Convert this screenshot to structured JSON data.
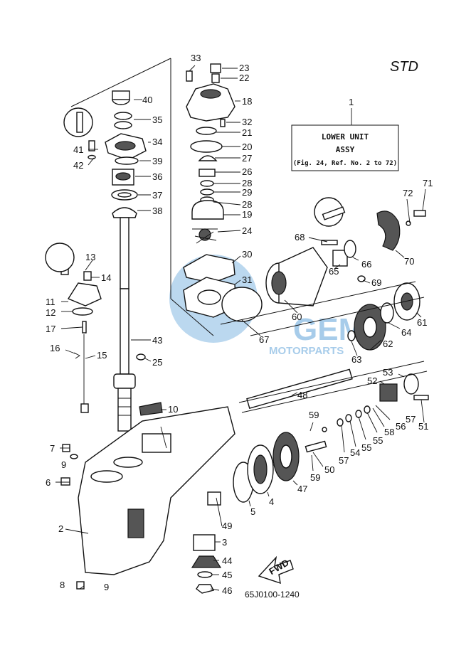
{
  "header": {
    "variant": "STD"
  },
  "title_box": {
    "number": "1",
    "line1": "LOWER UNIT",
    "line2": "ASSY",
    "line3": "(Fig. 24, Ref. No. 2 to 72)"
  },
  "footer": {
    "diagram_code": "65J0100-1240"
  },
  "fwd_arrow": {
    "label": "FWD"
  },
  "watermark": {
    "line1": "GEM",
    "line2": "MOTORPARTS"
  },
  "colors": {
    "ink": "#111111",
    "watermark": "#3d8fd1"
  },
  "callouts": {
    "c2": "2",
    "c3": "3",
    "c4": "4",
    "c5": "5",
    "c6": "6",
    "c7": "7",
    "c8": "8",
    "c9a": "9",
    "c9b": "9",
    "c10": "10",
    "c11": "11",
    "c12": "12",
    "c13": "13",
    "c14": "14",
    "c15": "15",
    "c16": "16",
    "c17": "17",
    "c18": "18",
    "c19": "19",
    "c20": "20",
    "c21": "21",
    "c22": "22",
    "c23": "23",
    "c24": "24",
    "c25": "25",
    "c26": "26",
    "c27": "27",
    "c28a": "28",
    "c28b": "28",
    "c29": "29",
    "c30": "30",
    "c31": "31",
    "c32": "32",
    "c33": "33",
    "c34": "34",
    "c35": "35",
    "c36": "36",
    "c37": "37",
    "c38": "38",
    "c39": "39",
    "c40": "40",
    "c41": "41",
    "c42": "42",
    "c43": "43",
    "c44": "44",
    "c45": "45",
    "c46": "46",
    "c47": "47",
    "c48": "48",
    "c49": "49",
    "c50": "50",
    "c51": "51",
    "c52": "52",
    "c53": "53",
    "c54": "54",
    "c55a": "55",
    "c55b": "55",
    "c56": "56",
    "c57a": "57",
    "c57b": "57",
    "c58": "58",
    "c59a": "59",
    "c59b": "59",
    "c60": "60",
    "c61": "61",
    "c62": "62",
    "c63": "63",
    "c64": "64",
    "c65": "65",
    "c66": "66",
    "c67": "67",
    "c68": "68",
    "c69": "69",
    "c70": "70",
    "c71": "71",
    "c72": "72"
  }
}
